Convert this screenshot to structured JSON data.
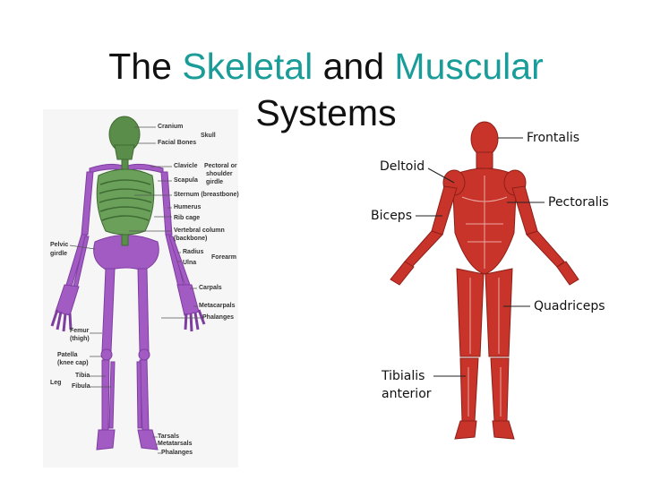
{
  "title": {
    "prefix": "The",
    "word1": "Skeletal",
    "middle": "and",
    "word2": "Muscular",
    "line2": "Systems"
  },
  "colors": {
    "accent": "#1a9c99",
    "bone_purple": "#a35bc4",
    "bone_green": "#5a8c4a",
    "muscle_red": "#c8342a"
  },
  "skeleton_labels": {
    "cranium": "Cranium",
    "facial_bones": "Facial Bones",
    "skull": "Skull",
    "clavicle": "Clavicle",
    "scapula": "Scapula",
    "pectoral_girdle_1": "Pectoral or",
    "pectoral_girdle_2": "shoulder",
    "pectoral_girdle_3": "girdle",
    "sternum": "Sternum (breastbone)",
    "humerus": "Humerus",
    "rib_cage": "Rib cage",
    "vertebral_1": "Vertebral column",
    "vertebral_2": "(backbone)",
    "radius": "Radius",
    "forearm": "Forearm",
    "ulna": "Ulna",
    "pelvic_1": "Pelvic",
    "pelvic_2": "girdle",
    "carpals": "Carpals",
    "metacarpals": "Metacarpals",
    "phalanges_hand": "Phalanges",
    "femur_1": "Femur",
    "femur_2": "(thigh)",
    "patella_1": "Patella",
    "patella_2": "(knee cap)",
    "tibia": "Tibia",
    "leg": "Leg",
    "fibula": "Fibula",
    "tarsals": "Tarsals",
    "metatarsals": "Metatarsals",
    "phalanges_foot": "Phalanges"
  },
  "muscle_labels": {
    "frontalis": "Frontalis",
    "deltoid": "Deltoid",
    "pectoralis": "Pectoralis",
    "biceps": "Biceps",
    "quadriceps": "Quadriceps",
    "tibialis_1": "Tibialis",
    "tibialis_2": "anterior"
  }
}
